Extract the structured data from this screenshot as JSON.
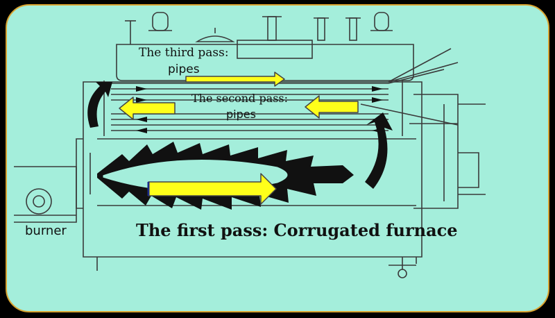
{
  "labels": {
    "third_pass_line1": "The third pass:",
    "third_pass_line2": "pipes",
    "second_pass_line1": "The  second  pass:",
    "second_pass_line2": "pipes",
    "burner": "burner",
    "first_pass": "The first pass: Corrugated furnace"
  },
  "colors": {
    "background": "#a4eedb",
    "frame": "#d9a430",
    "arrow_fill": "#ffff1a",
    "flame": "#111111",
    "line": "#3a3a3a"
  }
}
